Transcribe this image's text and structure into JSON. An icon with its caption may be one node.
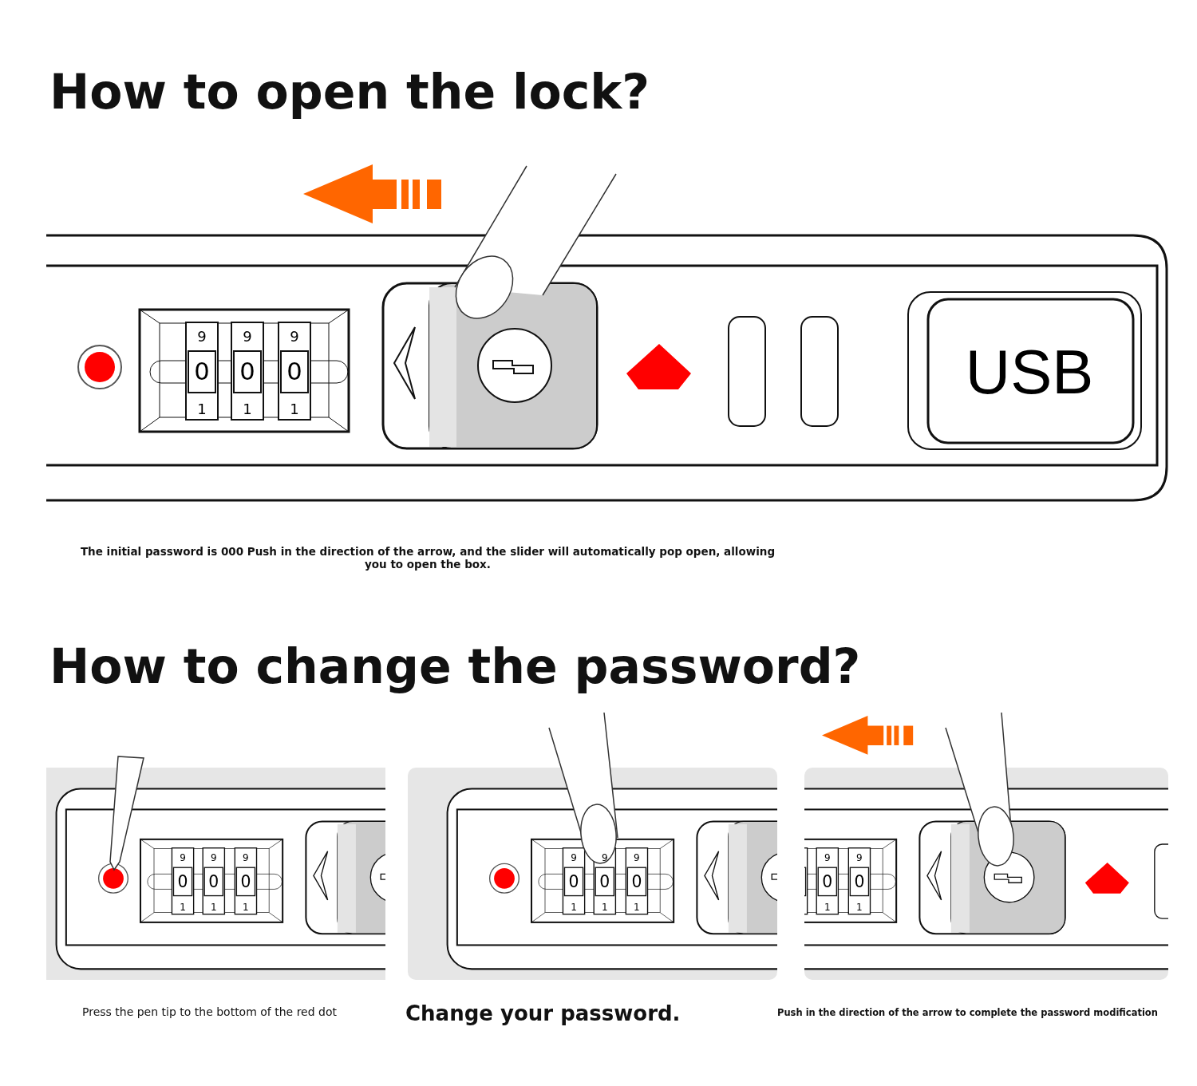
{
  "diagram": {
    "labels": [
      "How to open the lock?",
      "9",
      "9",
      "9",
      "0",
      "0",
      "0",
      "1",
      "1",
      "1",
      "USB",
      "The initial password is 000 Push in the direction of the arrow, and the slider will automatically pop open, allowing you to open the box.",
      "How to change the password?",
      "9",
      "9",
      "9",
      "0",
      "0",
      "0",
      "1",
      "1",
      "1",
      "9",
      "9",
      "9",
      "0",
      "0",
      "0",
      "1",
      "1",
      "1",
      "9",
      "9",
      "0",
      "0",
      "1",
      "1",
      "Press the pen tip to the bottom of the red dot",
      "Change your password.",
      "Push in the direction of the arrow to complete the password modification"
    ]
  }
}
